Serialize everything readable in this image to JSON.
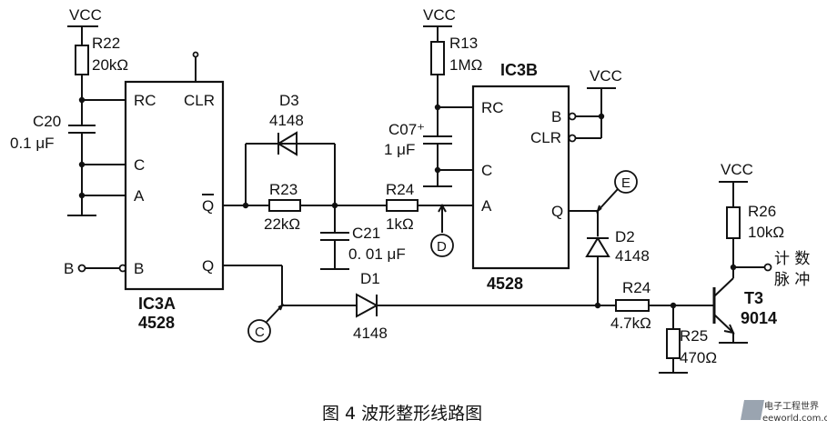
{
  "caption": "图 4   波形整形线路图",
  "watermark": {
    "line1": "电子工程世界",
    "line2": "eeworld.com.cn"
  },
  "supply_label": "VCC",
  "ic3a": {
    "name": "IC3A",
    "part": "4528",
    "pins": {
      "rc": "RC",
      "clr": "CLR",
      "c": "C",
      "a": "A",
      "b": "B",
      "qbar": "Q",
      "q": "Q"
    }
  },
  "ic3b": {
    "name": "IC3B",
    "part": "4528",
    "pins": {
      "rc": "RC",
      "c": "C",
      "a": "A",
      "b": "B",
      "clr": "CLR",
      "q": "Q"
    }
  },
  "components": {
    "r22": {
      "ref": "R22",
      "value": "20kΩ"
    },
    "c20": {
      "ref": "C20",
      "value": "0.1 μF"
    },
    "d3": {
      "ref": "D3",
      "value": "4148"
    },
    "r23": {
      "ref": "R23",
      "value": "22kΩ"
    },
    "c21": {
      "ref": "C21",
      "value": "0. 01 μF"
    },
    "r24a": {
      "ref": "R24",
      "value": "1kΩ"
    },
    "r13": {
      "ref": "R13",
      "value": "1MΩ"
    },
    "c07": {
      "ref": "C07⁺",
      "value": "1 μF"
    },
    "d1": {
      "ref": "D1",
      "value": "4148"
    },
    "d2": {
      "ref": "D2",
      "value": "4148"
    },
    "r24b": {
      "ref": "R24",
      "value": "4.7kΩ"
    },
    "r25": {
      "ref": "R25",
      "value": "470Ω"
    },
    "r26": {
      "ref": "R26",
      "value": "10kΩ"
    },
    "t3": {
      "ref": "T3",
      "value": "9014"
    }
  },
  "nodes": {
    "b_input": "B",
    "c": "C",
    "d": "D",
    "e": "E"
  },
  "output_label": {
    "line1": "计 数",
    "line2": "脉 冲"
  }
}
